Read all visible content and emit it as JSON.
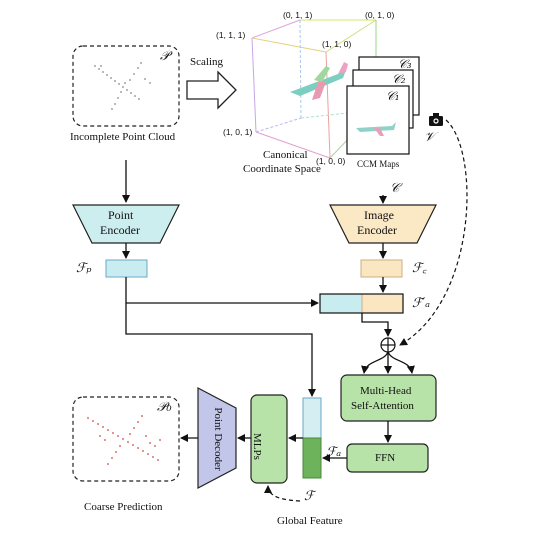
{
  "labels": {
    "incomplete_point_cloud": "Incomplete Point Cloud",
    "scaling": "Scaling",
    "canonical_space_line1": "Canonical",
    "canonical_space_line2": "Coordinate Space",
    "ccm_maps": "CCM Maps",
    "point_encoder_line1": "Point",
    "point_encoder_line2": "Encoder",
    "image_encoder_line1": "Image",
    "image_encoder_line2": "Encoder",
    "mhsa_line1": "Multi-Head",
    "mhsa_line2": "Self-Attention",
    "ffn": "FFN",
    "mlps": "MLPs",
    "point_decoder": "Point Decoder",
    "coarse_prediction": "Coarse Prediction",
    "global_feature": "Global Feature"
  },
  "symbols": {
    "P": "𝒫",
    "P0": "𝒫₀",
    "V": "𝒱",
    "C": "𝒞",
    "C1": "𝒞₁",
    "C2": "𝒞₂",
    "C3": "𝒞₃",
    "Fp": "ℱₚ",
    "Fc": "ℱ꜀",
    "Fa_prime": "ℱ′ₐ",
    "Fa": "ℱₐ",
    "F": "ℱ",
    "plus": "⊕"
  },
  "coords": {
    "c_010": "(0, 1, 1)",
    "c_011": "(0, 1, 0)",
    "c_111": "(1, 1, 1)",
    "c_110": "(1, 1, 0)",
    "c_101": "(1, 0, 1)",
    "c_100": "(1, 0, 0)"
  },
  "colors": {
    "point_encoder_fill": "#cdeeee",
    "image_encoder_fill": "#fbe8c4",
    "feature_blue": "#c9ecf0",
    "feature_orange": "#fbe6c2",
    "mhsa_fill": "#b7e3a8",
    "decoder_fill": "#c2c6e8",
    "mlps_fill": "#b7e3a8",
    "global_green": "#6cb35c"
  },
  "icons": {
    "camera": "camera-icon"
  }
}
